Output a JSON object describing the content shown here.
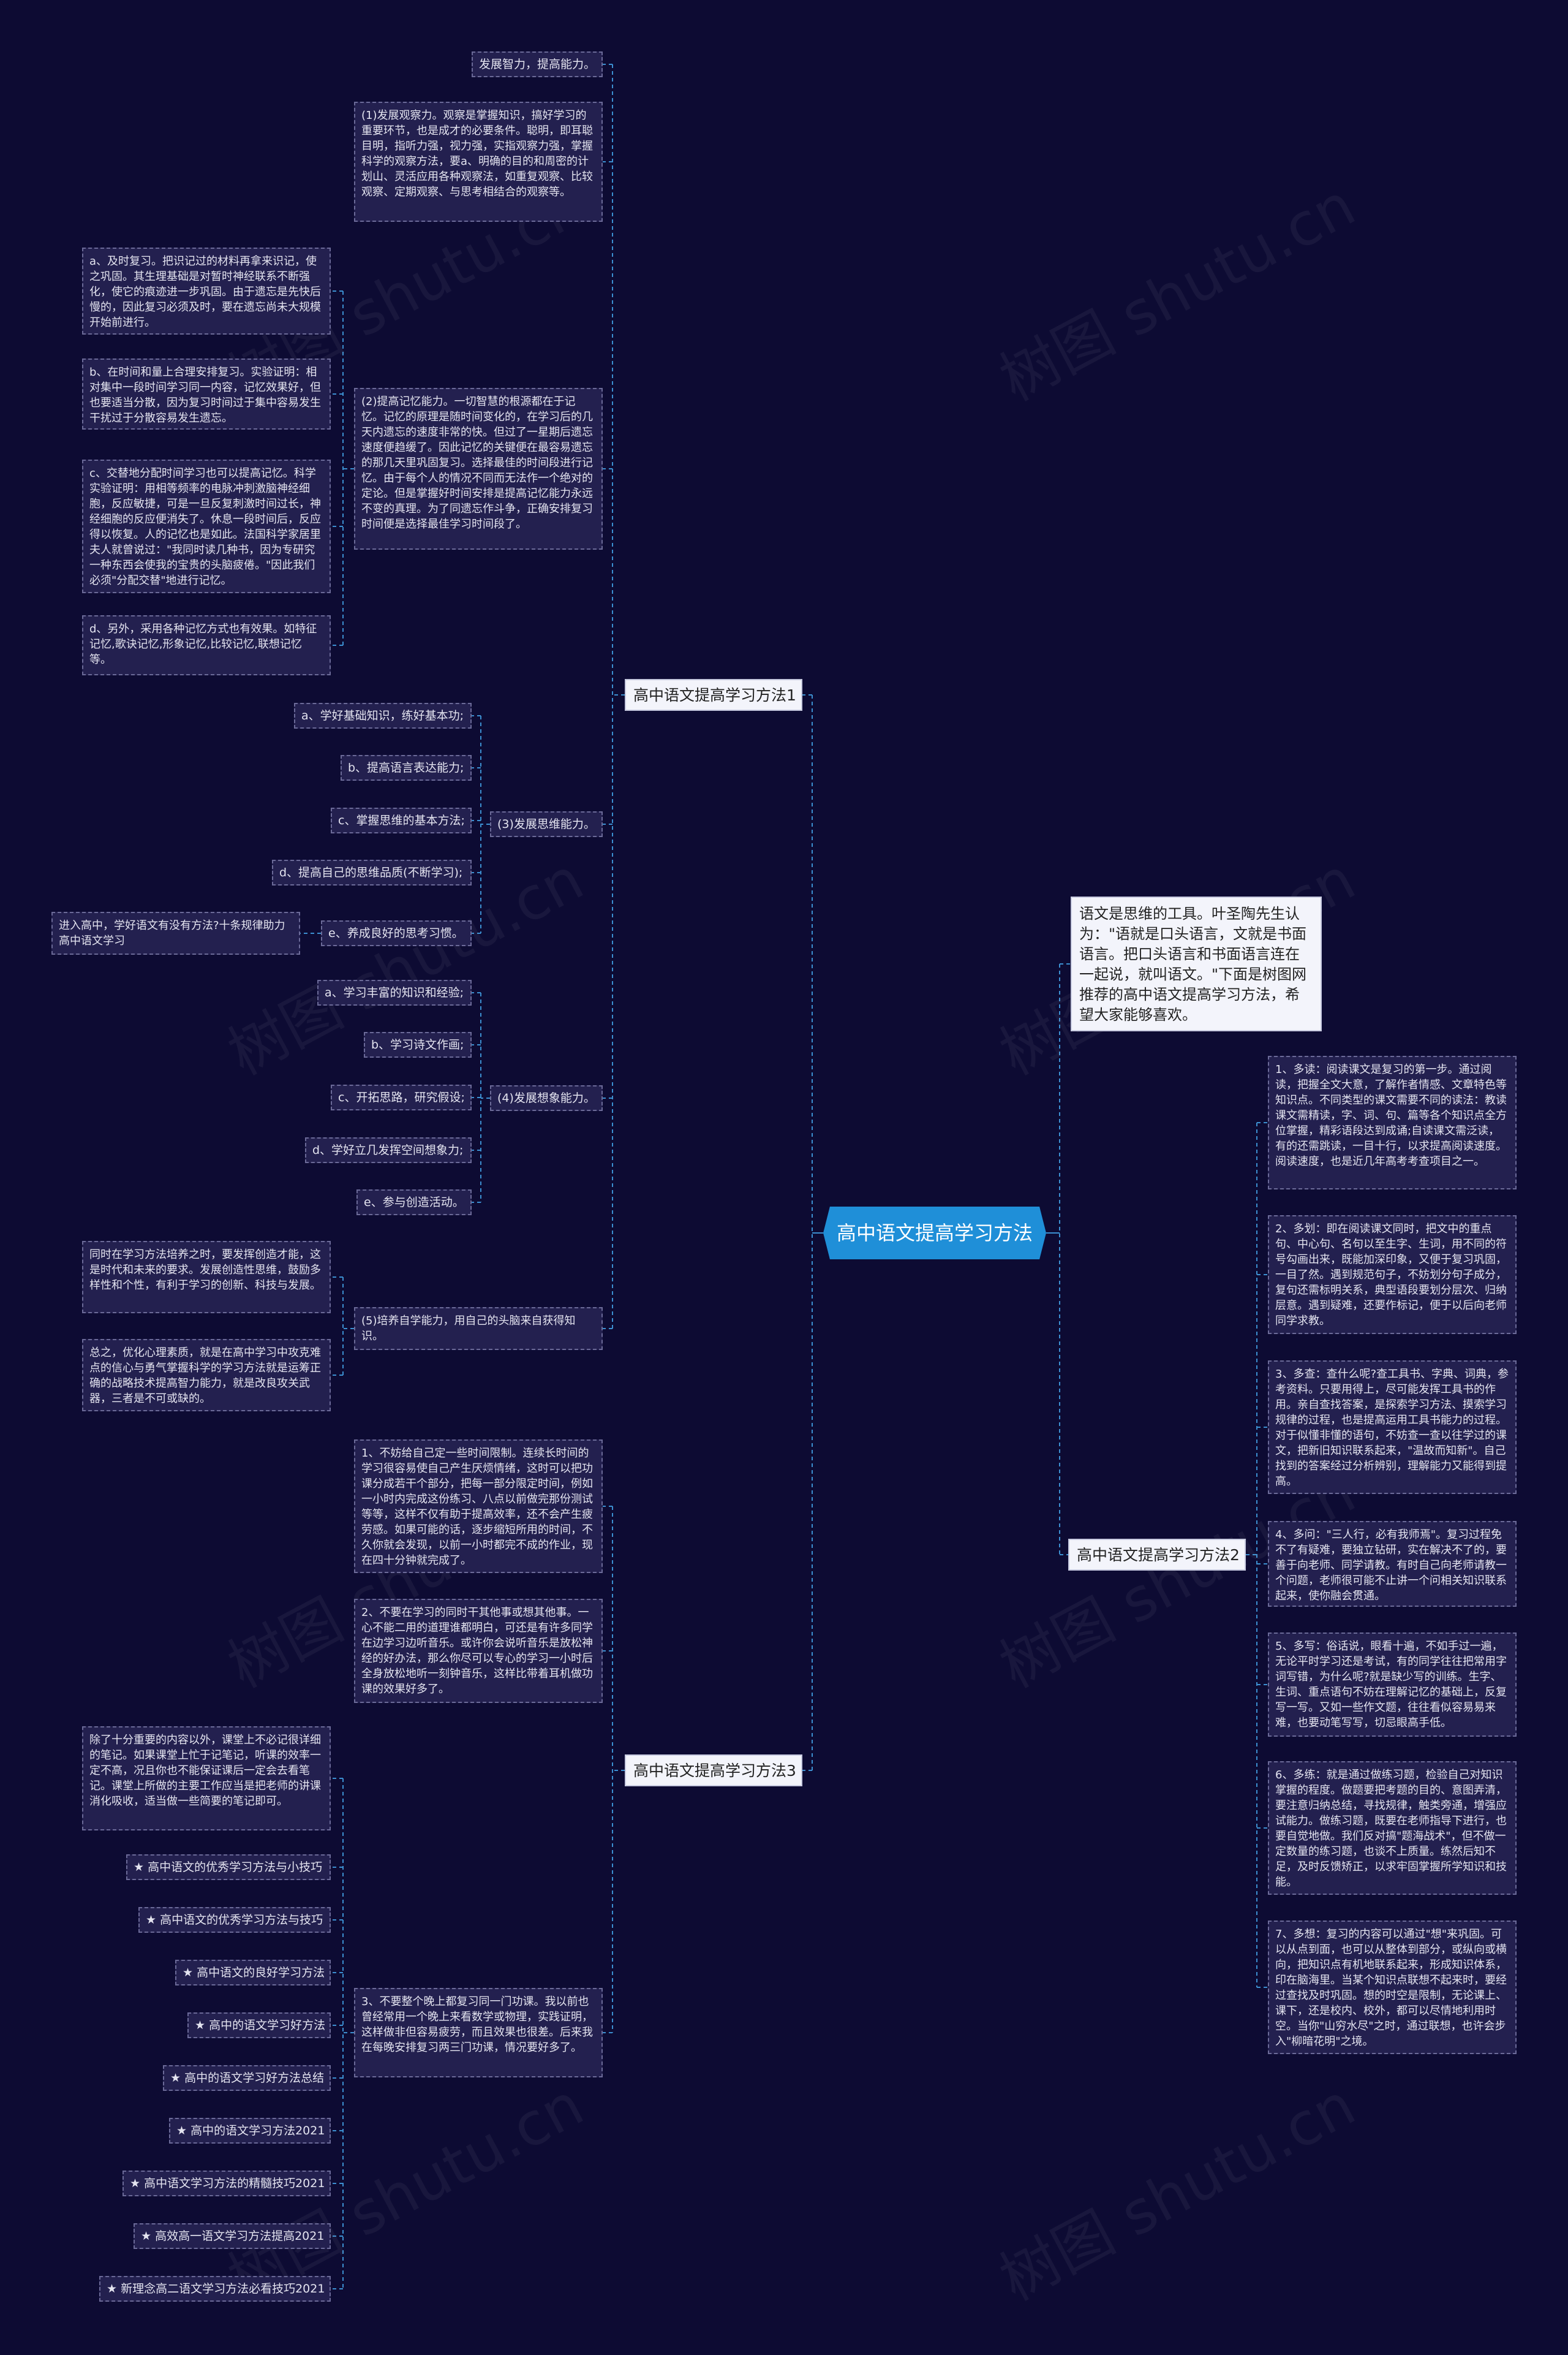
{
  "root": {
    "title": "高中语文提高学习方法"
  },
  "intro": {
    "text": "语文是思维的工具。叶圣陶先生认为：\"语就是口头语言，文就是书面语言。把口头语言和书面语言连在一起说，就叫语文。\"下面是树图网推荐的高中语文提高学习方法，希望大家能够喜欢。"
  },
  "branch1": {
    "label": "高中语文提高学习方法1",
    "n0": "发展智力，提高能力。",
    "n1": "(1)发展观察力。观察是掌握知识，搞好学习的重要环节，也是成才的必要条件。聪明，即耳聪目明，指听力强，视力强，实指观察力强，掌握科学的观察方法，要a、明确的目的和周密的计划山、灵活应用各种观察法，如重复观察、比较观察、定期观察、与思考相结合的观察等。",
    "n2": "(2)提高记忆能力。一切智慧的根源都在于记忆。记忆的原理是随时间变化的，在学习后的几天内遗忘的速度非常的快。但过了一星期后遗忘速度便趋缓了。因此记忆的关键便在最容易遗忘的那几天里巩固复习。选择最佳的时间段进行记忆。由于每个人的情况不同而无法作一个绝对的定论。但是掌握好时间安排是提高记忆能力永远不变的真理。为了同遗忘作斗争，正确安排复习时间便是选择最佳学习时间段了。",
    "n2a": "a、及时复习。把识记过的材料再拿来识记，使之巩固。其生理基础是对暂时神经联系不断强化，使它的痕迹进一步巩固。由于遗忘是先快后慢的，因此复习必须及时，要在遗忘尚未大规模开始前进行。",
    "n2b": "b、在时间和量上合理安排复习。实验证明：相对集中一段时间学习同一内容，记忆效果好，但也要适当分散，因为复习时间过于集中容易发生干扰过于分散容易发生遗忘。",
    "n2c": "c、交替地分配时间学习也可以提高记忆。科学实验证明：用相等频率的电脉冲刺激脑神经细胞，反应敏捷，可是一旦反复刺激时间过长，神经细胞的反应便消失了。休息一段时间后，反应得以恢复。人的记忆也是如此。法国科学家居里夫人就曾说过：\"我同时读几种书，因为专研究一种东西会使我的宝贵的头脑疲倦。\"因此我们必须\"分配交替\"地进行记忆。",
    "n2d": "d、另外，采用各种记忆方式也有效果。如特征记忆,歌诀记忆,形象记忆,比较记忆,联想记忆等。",
    "n3": "(3)发展思维能力。",
    "n3a": "a、学好基础知识，练好基本功;",
    "n3b": "b、提高语言表达能力;",
    "n3c": "c、掌握思维的基本方法;",
    "n3d": "d、提高自己的思维品质(不断学习);",
    "n3e": "e、养成良好的思考习惯。",
    "n3e1": "进入高中，学好语文有没有方法?十条规律助力高中语文学习",
    "n4": "(4)发展想象能力。",
    "n4a": "a、学习丰富的知识和经验;",
    "n4b": "b、学习诗文作画;",
    "n4c": "c、开拓思路，研究假设;",
    "n4d": "d、学好立几发挥空间想象力;",
    "n4e": "e、参与创造活动。",
    "n5": "(5)培养自学能力，用自己的头脑来自获得知识。",
    "n5a": "同时在学习方法培养之时，要发挥创造才能，这是时代和未来的要求。发展创造性思维，鼓励多样性和个性，有利于学习的创新、科技与发展。",
    "n5b": "总之，优化心理素质，就是在高中学习中攻克难点的信心与勇气掌握科学的学习方法就是运筹正确的战略技术提高智力能力，就是改良攻关武器，三者是不可或缺的。"
  },
  "branch2": {
    "label": "高中语文提高学习方法2",
    "items": [
      "1、多读：阅读课文是复习的第一步。通过阅读，把握全文大意，了解作者情感、文章特色等知识点。不同类型的课文需要不同的读法：教读课文需精读，字、词、句、篇等各个知识点全方位掌握，精彩语段达到成诵;自读课文需泛读，有的还需跳读，一目十行，以求提高阅读速度。阅读速度，也是近几年高考考查项目之一。",
      "2、多划：即在阅读课文同时，把文中的重点句、中心句、名句以至生字、生词，用不同的符号勾画出来，既能加深印象，又便于复习巩固，一目了然。遇到规范句子，不妨划分句子成分，复句还需标明关系，典型语段要划分层次、归纳层意。遇到疑难，还要作标记，便于以后向老师同学求教。",
      "3、多查：查什么呢?查工具书、字典、词典，参考资料。只要用得上，尽可能发挥工具书的作用。亲自查找答案，是探索学习方法、摸索学习规律的过程，也是提高运用工具书能力的过程。对于似懂非懂的语句，不妨查一查以往学过的课文，把新旧知识联系起来，\"温故而知新\"。自己找到的答案经过分析辨别，理解能力又能得到提高。",
      "4、多问：\"三人行，必有我师焉\"。复习过程免不了有疑难，要独立钻研，实在解决不了的，要善于向老师、同学请教。有时自己向老师请教一个问题，老师很可能不止讲一个问相关知识联系起来，使你融会贯通。",
      "5、多写：俗话说，眼看十遍，不如手过一遍，无论平时学习还是考试，有的同学往往把常用字词写错，为什么呢?就是缺少写的训练。生字、生词、重点语句不妨在理解记忆的基础上，反复写一写。又如一些作文题，往往看似容易易来难，也要动笔写写，切忌眼高手低。",
      "6、多练：就是通过做练习题，检验自己对知识掌握的程度。做题要把考题的目的、意图弄清，要注意归纳总结，寻找规律，触类旁通，增强应试能力。做练习题，既要在老师指导下进行，也要自觉地做。我们反对搞\"题海战术\"，但不做一定数量的练习题，也谈不上质量。练然后知不足，及时反馈矫正，以求牢固掌握所学知识和技能。",
      "7、多想：复习的内容可以通过\"想\"来巩固。可以从点到面，也可以从整体到部分，或纵向或横向，把知识点有机地联系起来，形成知识体系，印在脑海里。当某个知识点联想不起来时，要经过查找及时巩固。想的时空是限制，无论课上、课下，还是校内、校外，都可以尽情地利用时空。当你\"山穷水尽\"之时，通过联想，也许会步入\"柳暗花明\"之境。"
    ]
  },
  "branch3": {
    "label": "高中语文提高学习方法3",
    "n1": "1、不妨给自己定一些时间限制。连续长时间的学习很容易使自己产生厌烦情绪，这时可以把功课分成若干个部分，把每一部分限定时间，例如一小时内完成这份练习、八点以前做完那份测试等等，这样不仅有助于提高效率，还不会产生疲劳感。如果可能的话，逐步缩短所用的时间，不久你就会发现，以前一小时都完不成的作业，现在四十分钟就完成了。",
    "n2": "2、不要在学习的同时干其他事或想其他事。一心不能二用的道理谁都明白，可还是有许多同学在边学习边听音乐。或许你会说听音乐是放松神经的好办法，那么你尽可以专心的学习一小时后全身放松地听一刻钟音乐，这样比带着耳机做功课的效果好多了。",
    "n3": "3、不要整个晚上都复习同一门功课。我以前也曾经常用一个晚上来看数学或物理，实践证明，这样做非但容易疲劳，而且效果也很差。后来我在每晚安排复习两三门功课，情况要好多了。",
    "n3a": "除了十分重要的内容以外，课堂上不必记很详细的笔记。如果课堂上忙于记笔记，听课的效率一定不高，况且你也不能保证课后一定会去看笔记。课堂上所做的主要工作应当是把老师的讲课消化吸收，适当做一些简要的笔记即可。",
    "links": [
      "★ 高中语文的优秀学习方法与小技巧",
      "★ 高中语文的优秀学习方法与技巧",
      "★ 高中语文的良好学习方法",
      "★ 高中的语文学习好方法",
      "★ 高中的语文学习好方法总结",
      "★ 高中的语文学习方法2021",
      "★ 高中语文学习方法的精髓技巧2021",
      "★ 高效高一语文学习方法提高2021",
      "★ 新理念高二语文学习方法必看技巧2021"
    ]
  },
  "watermark": {
    "text": "树图 shutu.cn"
  },
  "colors": {
    "background": "#0d0b33",
    "root": "#1f8fd8",
    "line": "#3c8fd0",
    "node": "#23204f"
  }
}
